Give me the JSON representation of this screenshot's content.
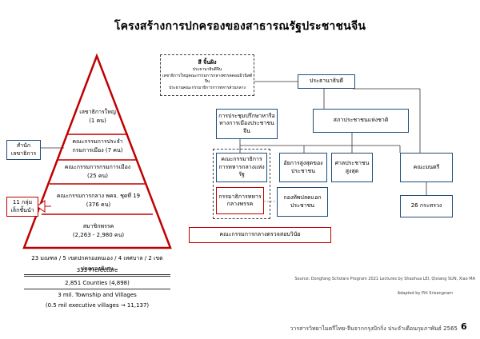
{
  "title": "โครงสร้างการปกครองของสาธารณรัฐประชาชนจีน",
  "top_note": {
    "name": "สี จิ้นผิง",
    "line1": "ประธานาธิบดีจีน",
    "line2": "เลขาธิการใหญ่คณะกรรมการกลางพรรคคอมมิวนิสต์จีน",
    "line3": "ประธานคณะกรรมาธิการการทหารส่วนกลาง"
  },
  "pyramid": {
    "gs_line1": "เลขาธิการใหญ่",
    "gs_line2": "(1 คน)",
    "psc_line1": "คณะกรรมการประจำ",
    "psc_line2": "กรมการเมือง (7 คน)",
    "pb_line1": "คณะกรรมการกรมการเมือง",
    "pb_line2": "(25 คน)",
    "cc_line1": "คณะกรรมการกลาง พคจ. ชุดที่ 19",
    "cc_line2": "(376 คน)",
    "members_line1": "สมาชิกพรรค",
    "members_line2": "(2,263 - 2,980 คน)"
  },
  "side_labels": {
    "secretariat_line1": "สำนัก",
    "secretariat_line2": "เลขาธิการ",
    "group_line1": "11 กลุ่ม",
    "group_line2": "เล็กชั้นนำ"
  },
  "state": {
    "president": "ประธานาธิบดี",
    "cppcc_line1": "การประชุมปรึกษาหารือ",
    "cppcc_line2": "ทางการเมืองประชาชนจีน",
    "npc": "สภาประชาชนแห่งชาติ",
    "cmc_line1": "คณะกรรมาธิการ",
    "cmc_line2": "การทหารกลางแห่งรัฐ",
    "procurator_line1": "อัยการสูงสุดของ",
    "procurator_line2": "ประชาชน",
    "court_line1": "ศาลประชาชน",
    "court_line2": "สูงสุด",
    "state_council": "คณะมนตรี",
    "ministries": "26 กระทรวง",
    "party_cmc_line1": "กรรมาธิการทหาร",
    "party_cmc_line2": "กลางพรรค",
    "pla_line1": "กองทัพปลดแอก",
    "pla_line2": "ประชาชน",
    "discipline": "คณะกรรมการกลางตรวจสอบวินัย"
  },
  "levels": {
    "row1": "23 มณฑล / 5 เขตปกครองตนเอง / 4 เทศบาล / 2 เขตปกครองพิเศษ",
    "row2": "333  Prefecture",
    "row3": "2,851 Counties (4,898)",
    "row4": "3 mil. Township and Villages",
    "row5": "(0.5 mil executive villages → 11,137)"
  },
  "source": "Source: Dongfang Scholars Program 2021 Lectures by Shaohua LEI, Qixiang SUN, Xiao MA",
  "adapted": "Adapted by Piti Srisangnam",
  "footer": "วารสารวิทยาไมตรีไทย-จีนจากกรุงปักกิ่ง ประจำเดือนกุมภาพันธ์ 2565",
  "page_number": "6",
  "colors": {
    "red": "#c00000",
    "blue": "#1f4e79"
  }
}
